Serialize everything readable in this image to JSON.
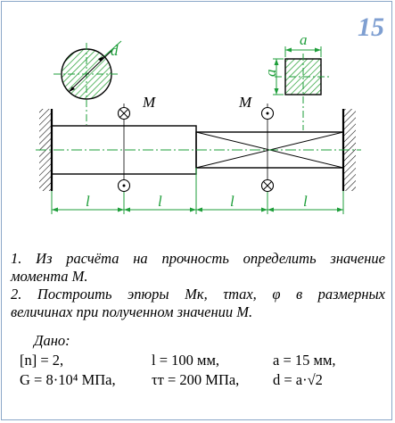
{
  "problem_number": "15",
  "diagram": {
    "label_d": "d",
    "label_a_top": "a",
    "label_a_side": "a",
    "label_M_left": "M",
    "label_M_right": "M",
    "label_l": [
      "l",
      "l",
      "l",
      "l"
    ],
    "colors": {
      "accent_green": "#1e9e3a",
      "hatch_green": "#39a845",
      "card_border": "#8aa6c8",
      "number_blue": "#7f9fd1"
    }
  },
  "text": {
    "item1_line1": "1.  Из расчёта на прочность определить значение",
    "item1_line2": "момента М.",
    "item2_line1": "2. Построить эпюры Mк, τmax, φ в размерных",
    "item2_line2": "величинах при полученном значении М.",
    "given_title": "Дано:",
    "row1": {
      "n": "[n] = 2,",
      "l": "l = 100 мм,",
      "a": "a = 15 мм,"
    },
    "row2": {
      "G": "G = 8·10⁴ МПа,",
      "tau": "τт = 200 МПа,",
      "d": "d = a·√2"
    }
  }
}
